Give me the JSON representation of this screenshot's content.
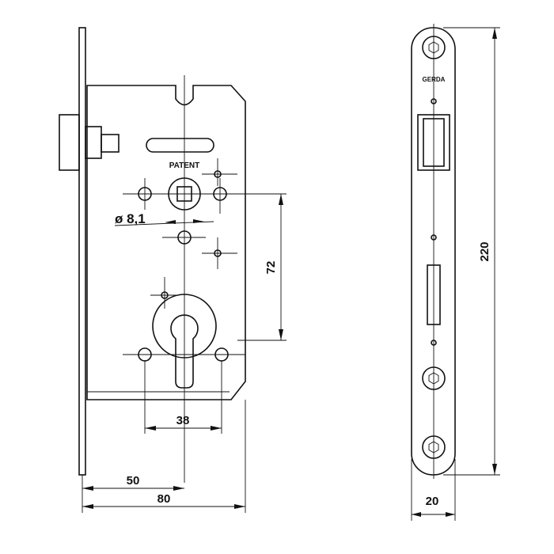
{
  "drawing": {
    "label_patent": "PATENT",
    "label_diameter": "ø 8,1",
    "logo_text": "GERDA",
    "dimensions": {
      "backset_spacing": "72",
      "cylinder_hole_spacing": "38",
      "backset": "50",
      "case_depth": "80",
      "faceplate_height": "220",
      "faceplate_width": "20"
    }
  }
}
